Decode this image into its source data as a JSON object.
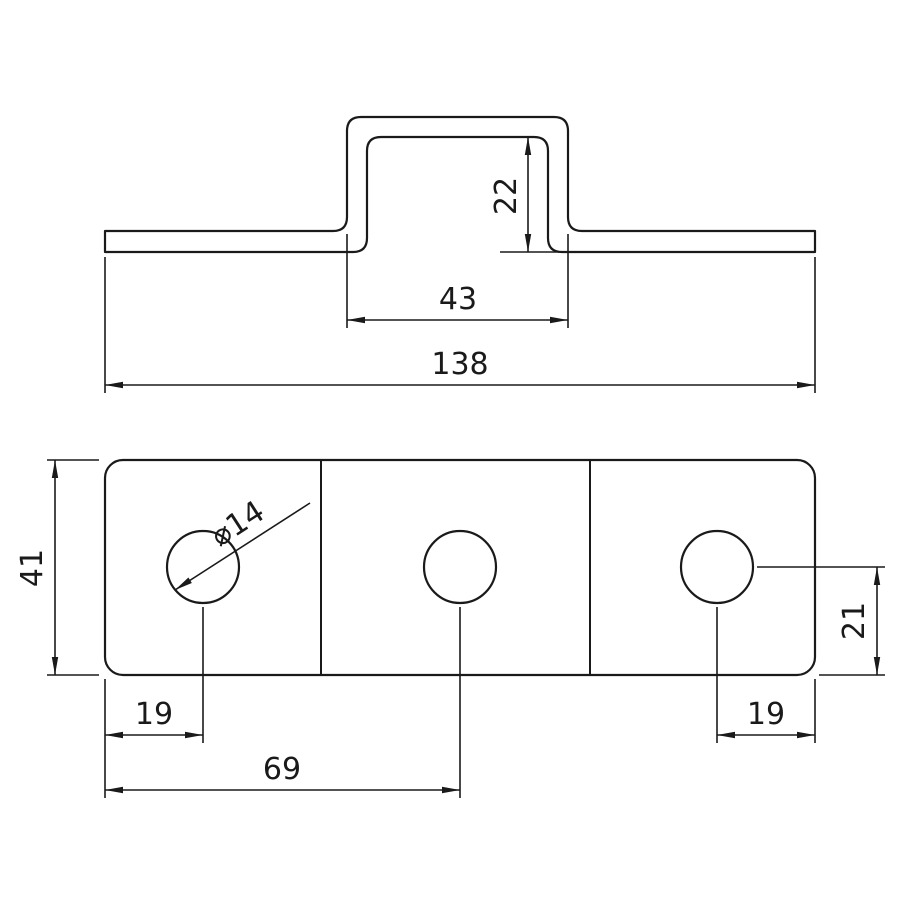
{
  "page": {
    "background": "#ffffff",
    "line_color": "#1a1a1a",
    "description": "Two-view technical drawing of a hat-section mounting bracket with three holes"
  },
  "profile_view": {
    "view_name": "profile-view",
    "dimensions": {
      "hat_inner_height": {
        "label": "22"
      },
      "hat_width": {
        "label": "43"
      },
      "overall_width": {
        "label": "138"
      }
    }
  },
  "plan_view": {
    "view_name": "plan-view",
    "hole_count": 3,
    "dimensions": {
      "plate_width": {
        "label": "41"
      },
      "hole_diameter": {
        "label": "⌀14"
      },
      "hole1_from_left": {
        "label": "19"
      },
      "hole2_from_left": {
        "label": "69"
      },
      "hole3_from_right": {
        "label": "19"
      },
      "hole_from_bottom": {
        "label": "21"
      }
    }
  }
}
